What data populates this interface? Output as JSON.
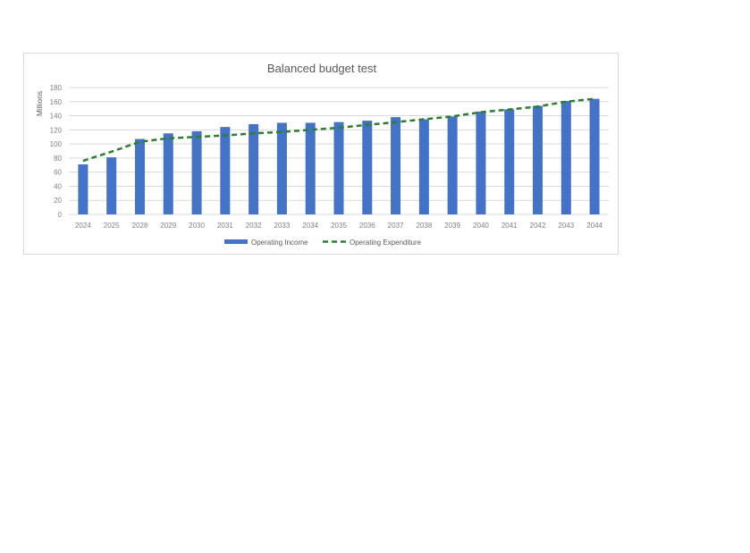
{
  "chart_data": {
    "type": "bar",
    "title": "Balanced budget test",
    "ylabel": "Millions",
    "xlabel": "",
    "ylim": [
      0,
      180
    ],
    "y_ticks": [
      0,
      20,
      40,
      60,
      80,
      100,
      120,
      140,
      160,
      180
    ],
    "grid": true,
    "legend_position": "bottom",
    "categories": [
      "2024",
      "2025",
      "2028",
      "2029",
      "2030",
      "2031",
      "2032",
      "2033",
      "2034",
      "2035",
      "2036",
      "2037",
      "2038",
      "2039",
      "2040",
      "2041",
      "2042",
      "2043",
      "2044"
    ],
    "series": [
      {
        "name": "Operating Income",
        "type": "bar",
        "color": "#4472c4",
        "values": [
          71,
          81,
          107,
          115,
          118,
          124,
          128,
          130,
          130,
          131,
          133,
          138,
          135,
          139,
          146,
          149,
          154,
          161,
          164
        ]
      },
      {
        "name": "Operating Expenditure",
        "type": "line",
        "style": "dashed",
        "color": "#2e7d32",
        "values": [
          76,
          89,
          103,
          108,
          110,
          112,
          115,
          117,
          120,
          123,
          127,
          131,
          135,
          139,
          145,
          149,
          153,
          160,
          164
        ]
      }
    ]
  },
  "colors": {
    "gridline": "#d9d9d9",
    "tick_text": "#808080",
    "title_text": "#595959"
  }
}
